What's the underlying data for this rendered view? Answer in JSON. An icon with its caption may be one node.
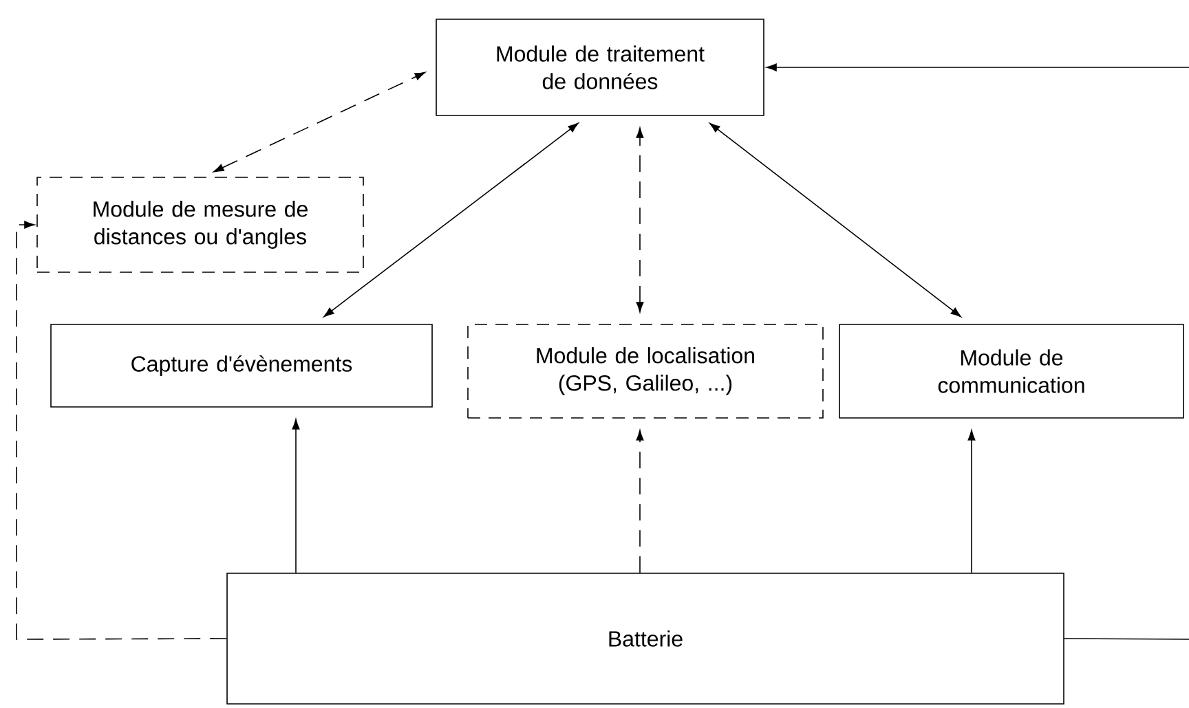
{
  "diagram": {
    "nodes": [
      {
        "text": [
          "Module de traitement de données"
        ]
      },
      {
        "text": [
          "Module de mesure de distances ou d'angles"
        ]
      },
      {
        "text": [
          "Capture d'évènements"
        ]
      },
      {
        "text": [
          "Module de localisation (GPS, Galileo, ...)"
        ]
      },
      {
        "text": [
          "Module de communication"
        ]
      },
      {
        "text": [
          "Batterie"
        ]
      }
    ],
    "edges": [
      {
        "from": 1,
        "to": 0,
        "arrow": "both",
        "style": "dashed"
      },
      {
        "from": 2,
        "to": 0,
        "arrow": "both"
      },
      {
        "from": 3,
        "to": 0,
        "arrow": "both",
        "style": "dashed"
      },
      {
        "from": 4,
        "to": 0,
        "arrow": "both"
      },
      {
        "from": 5,
        "to": 2,
        "arrow": "to"
      },
      {
        "from": 5,
        "to": 3,
        "arrow": "to",
        "style": "dashed"
      },
      {
        "from": 5,
        "to": 4,
        "arrow": "to"
      },
      {
        "from": 5,
        "to": 1,
        "arrow": "to",
        "style": "dashed"
      },
      {
        "from": null,
        "to": 0,
        "arrow": "to"
      },
      {
        "from": 5,
        "to": null,
        "arrow": "none"
      }
    ]
  }
}
